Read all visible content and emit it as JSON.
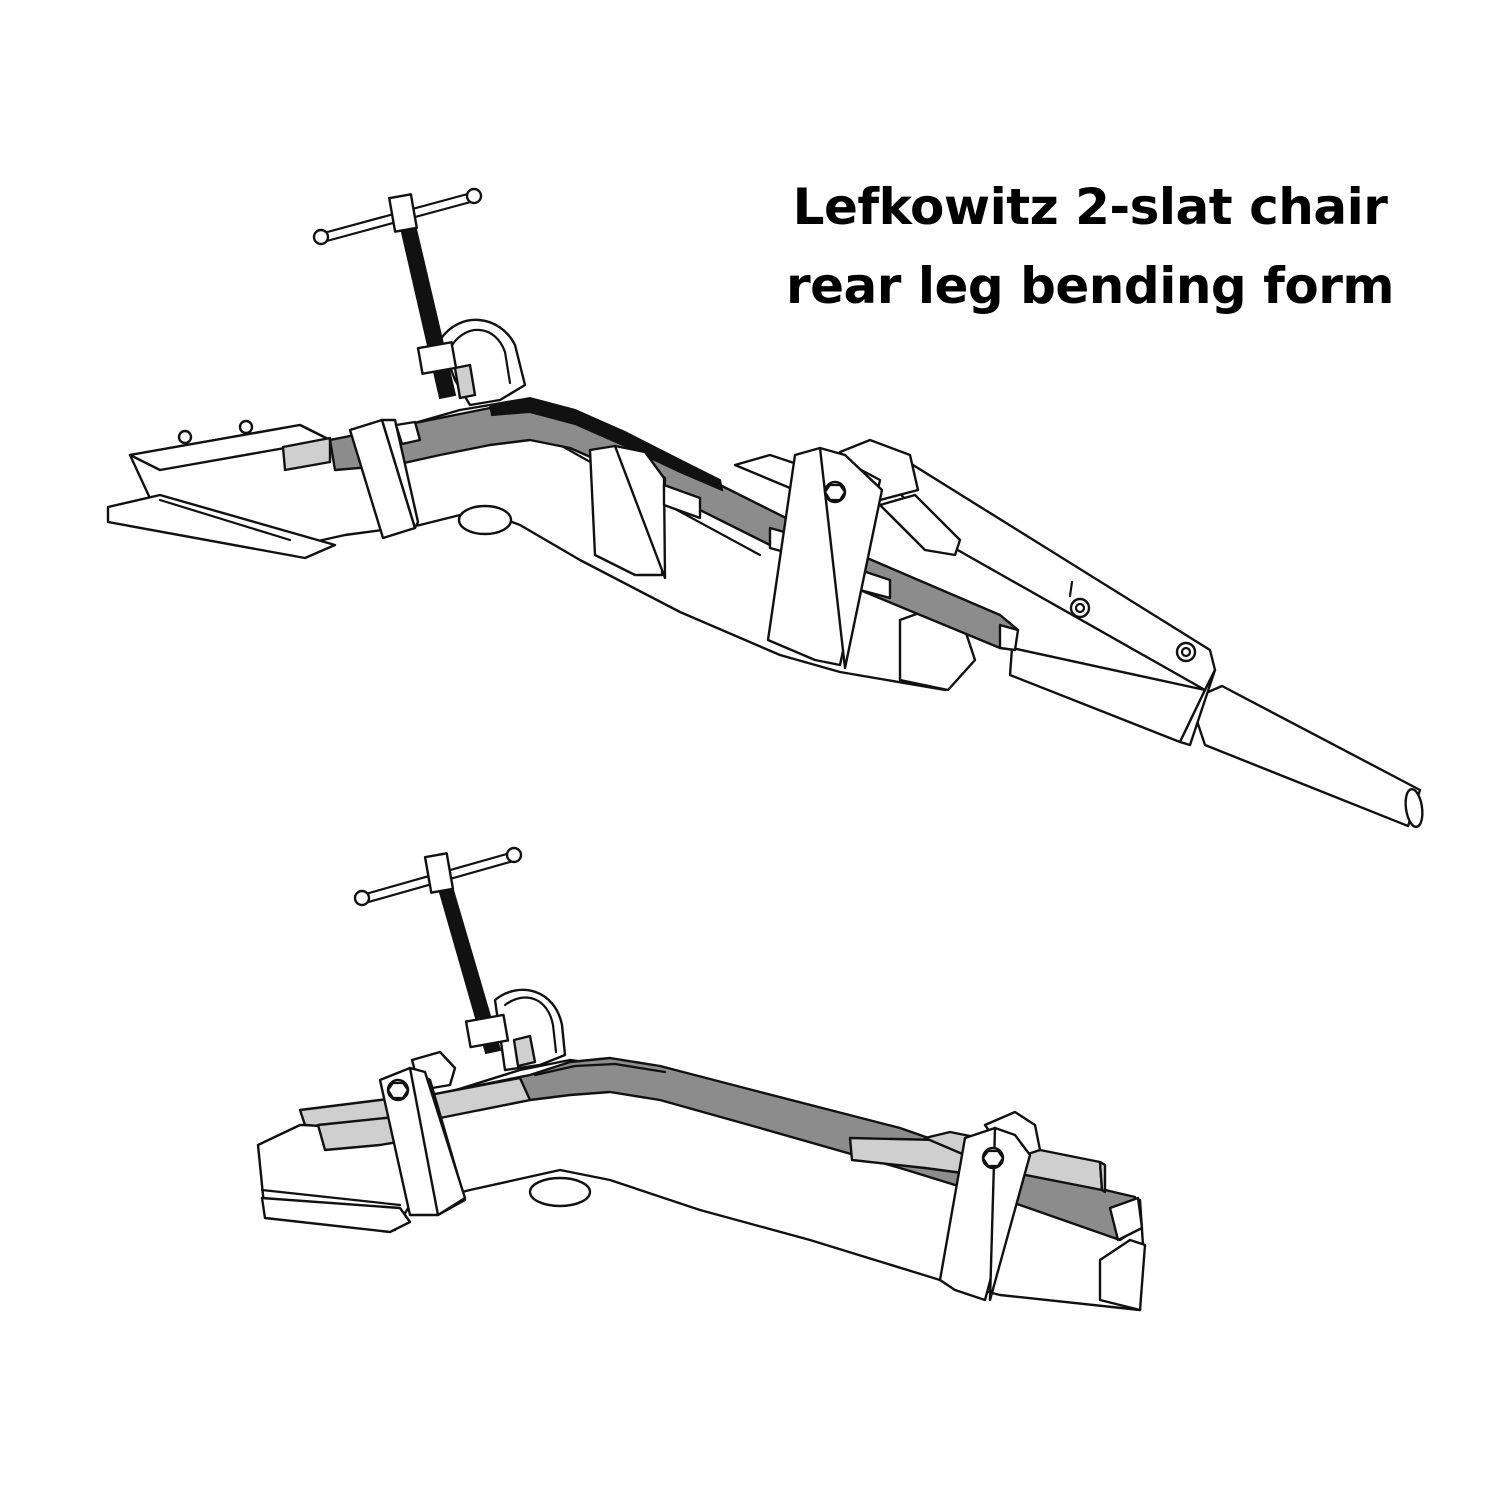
{
  "title": {
    "line1": "Lefkowitz 2-slat chair",
    "line2": "rear leg bending form"
  },
  "colors": {
    "background": "#ffffff",
    "ink": "#111111",
    "workpiece_gray": "#8c8c8c",
    "light_gray": "#cfcfcf"
  },
  "figures": [
    {
      "name": "form-with-extension-handle",
      "parts": [
        "t-handle-clamp",
        "bending-form-base",
        "bent-workpiece",
        "wedge-clamp-block",
        "extension-handle-bar"
      ]
    },
    {
      "name": "form-compact",
      "parts": [
        "t-handle-clamp",
        "bending-form-base",
        "bent-workpiece",
        "wedge-clamp-block"
      ]
    }
  ]
}
